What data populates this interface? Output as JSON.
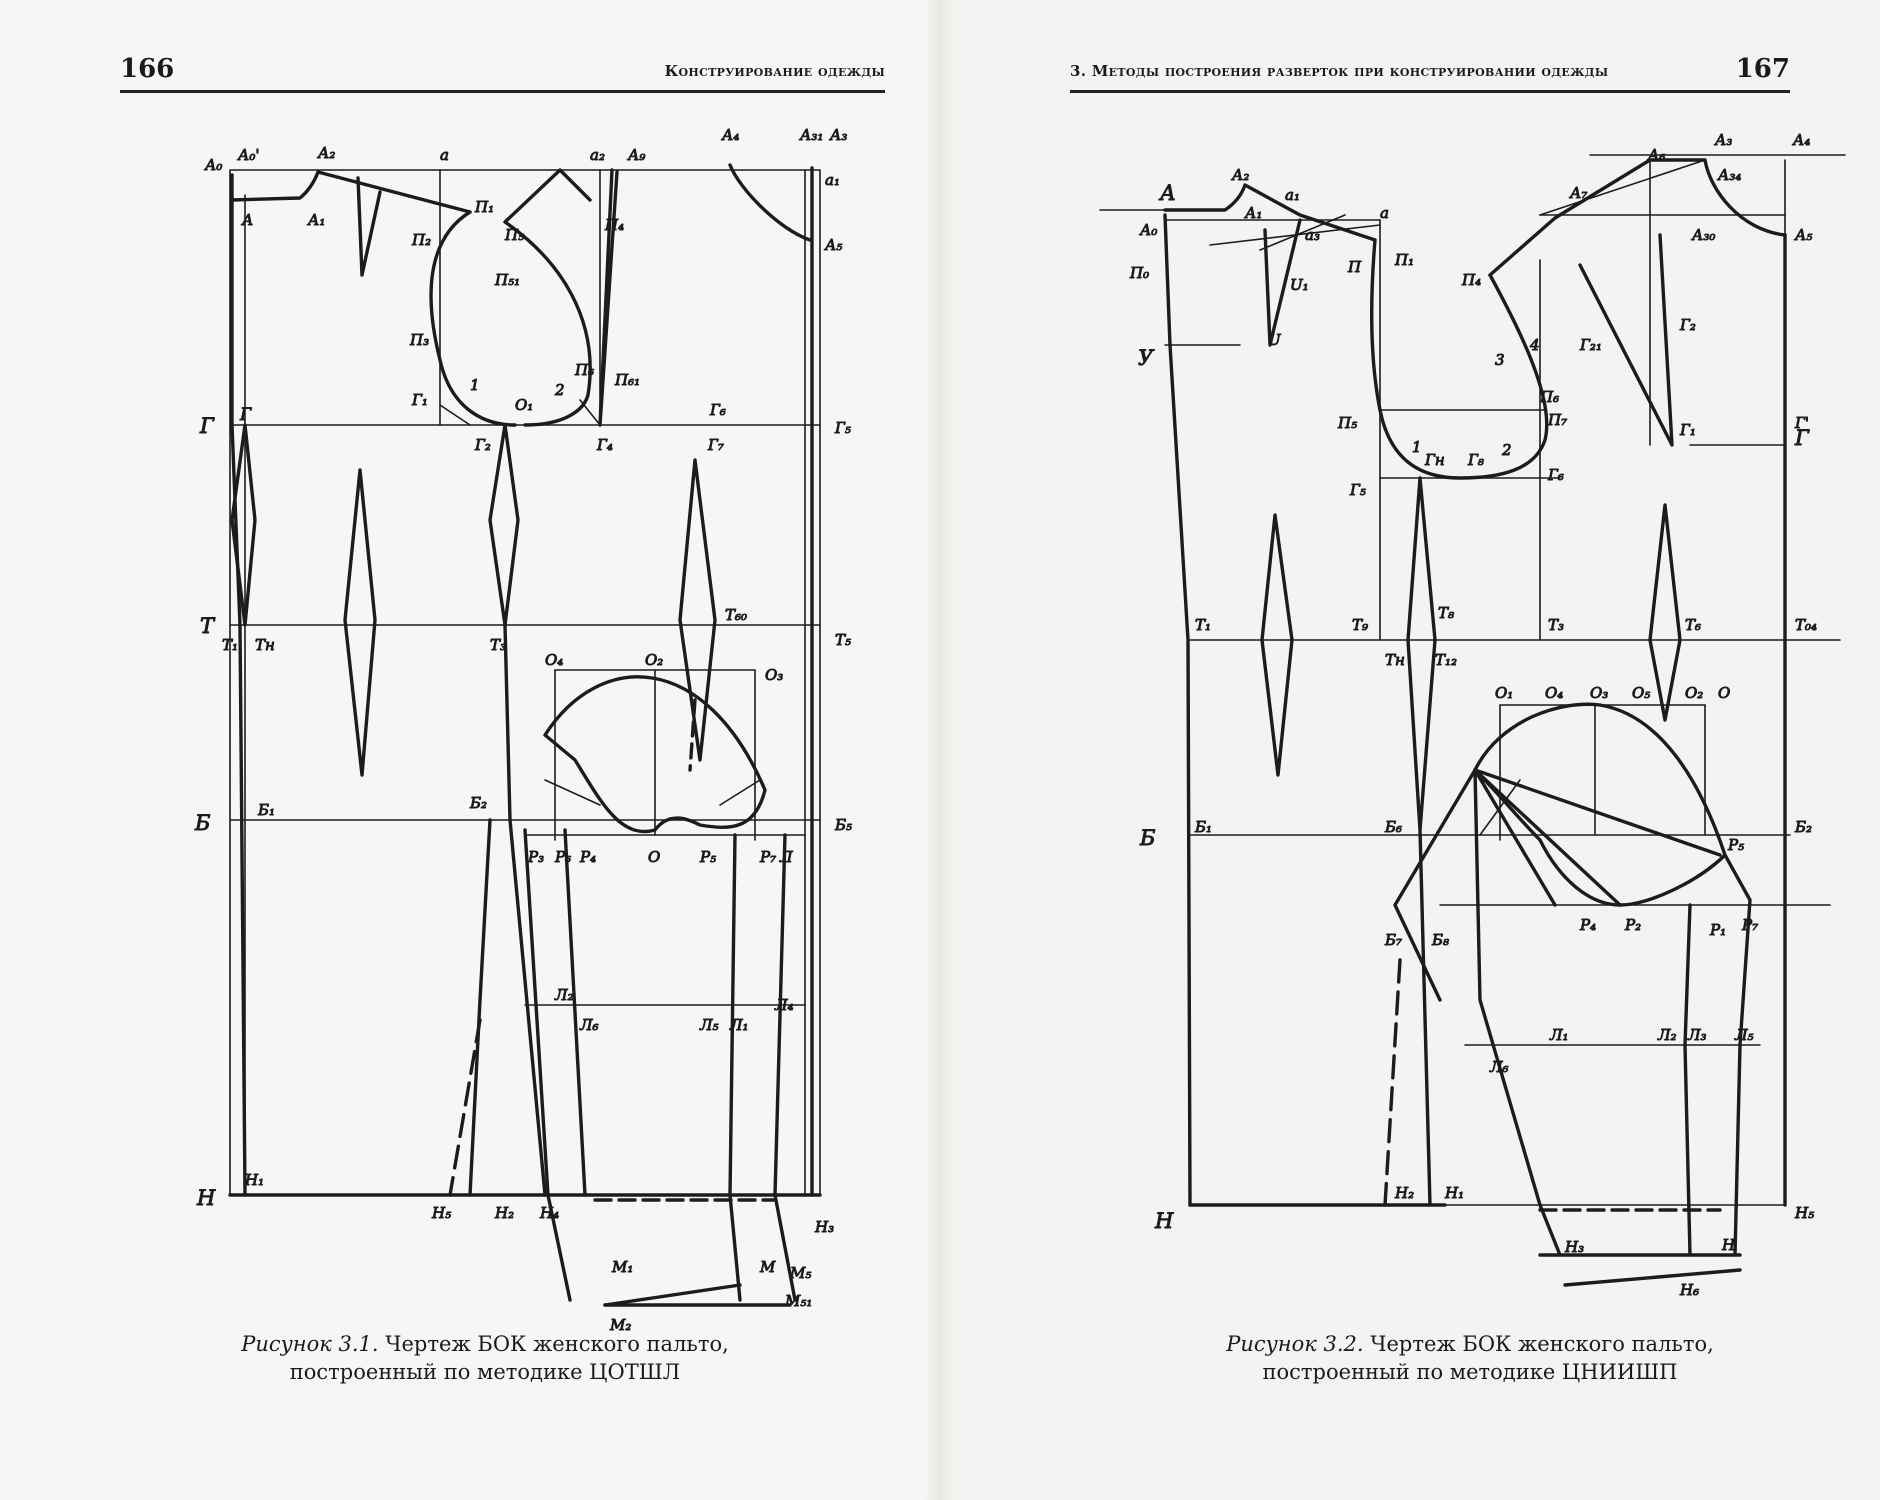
{
  "left_page": {
    "page_number": "166",
    "running_title": "Конструирование одежды",
    "caption_label": "Рисунок 3.1.",
    "caption_line1": "Чертеж БОК женского пальто,",
    "caption_line2": "построенный по методике ЦОТШЛ",
    "axis_labels": {
      "g": "Г",
      "t": "Т",
      "b": "Б",
      "n": "Н",
      "g_inner": "Г"
    },
    "points": {
      "A0": "А₀",
      "A0p": "А₀'",
      "A2": "А₂",
      "a": "а",
      "a2": "а₂",
      "A9": "А₉",
      "A4": "А₄",
      "A31": "А₃₁",
      "A3": "А₃",
      "a1": "а₁",
      "A": "А",
      "A1": "А₁",
      "P1": "П₁",
      "P2": "П₂",
      "P5": "П₅",
      "P51": "П₅₁",
      "P4": "П₄",
      "A5": "А₅",
      "P3": "П₃",
      "P6": "П₆",
      "P61": "П₆₁",
      "G1": "Г₁",
      "one": "1",
      "O1": "О₁",
      "two": "2",
      "G6": "Г₆",
      "G2": "Г₂",
      "G4": "Г₄",
      "G7": "Г₇",
      "G5": "Г₅",
      "T1": "Т₁",
      "TH": "Тн",
      "T3": "Т₃",
      "T60": "Т₆₀",
      "T5": "Т₅",
      "O4": "О₄",
      "O2": "О₂",
      "O3": "О₃",
      "B1": "Б₁",
      "B2": "Б₂",
      "B5": "Б₅",
      "O": "О",
      "R3": "Р₃",
      "R4": "Р₄",
      "R5": "Р₅",
      "R6": "Р₆",
      "R7": "Р₇",
      "L": "Л",
      "L1": "Л₁",
      "L2": "Л₂",
      "L4": "Л₄",
      "L5": "Л₅",
      "L6": "Л₆",
      "H1": "Н₁",
      "H2": "Н₂",
      "H3": "Н₃",
      "H4": "Н₄",
      "H5": "Н₅",
      "M": "М",
      "M1": "М₁",
      "M2": "М₂",
      "M5": "М₅",
      "M51": "М₅₁"
    }
  },
  "right_page": {
    "page_number": "167",
    "running_title": "3. Методы построения разверток при конструировании одежды",
    "caption_label": "Рисунок 3.2.",
    "caption_line1": "Чертеж БОК женского пальто,",
    "caption_line2": "построенный по методике ЦНИИШП",
    "axis_labels": {
      "a": "А",
      "u": "У",
      "g": "Г",
      "b": "Б",
      "n": "Н"
    },
    "points": {
      "A2": "А₂",
      "A1": "А₁",
      "a1": "а₁",
      "A0": "А₀",
      "a3": "а₃",
      "a": "а",
      "P0": "П₀",
      "P": "П",
      "P1": "П₁",
      "U1": "U₁",
      "U": "U",
      "A3": "А₃",
      "A4": "А₄",
      "A6": "А₆",
      "A7": "А₇",
      "A34": "А₃₄",
      "A5": "А₅",
      "A30": "А₃₀",
      "P4": "П₄",
      "three": "3",
      "four": "4",
      "G21": "Г₂₁",
      "G2": "Г₂",
      "G1": "Г₁",
      "Gp": "Г'",
      "P5": "П₅",
      "P6": "П₆",
      "P7": "П₇",
      "one": "1",
      "GN": "Гн",
      "G8": "Г₈",
      "two": "2",
      "G5": "Г₅",
      "G6": "Г₆",
      "T1": "Т₁",
      "T9": "Т₉",
      "T8": "Т₈",
      "T3": "Т₃",
      "T6": "Т₆",
      "T04": "Т₀₄",
      "TN": "Тн",
      "T12": "Т₁₂",
      "O1": "О₁",
      "O4": "О₄",
      "O3": "О₃",
      "O5": "О₅",
      "O2": "О₂",
      "O": "О",
      "B1": "Б₁",
      "B2": "Б₂",
      "B6": "Б₆",
      "B7": "Б₇",
      "B8": "Б₈",
      "H1": "Н₁",
      "H2": "Н₂",
      "H3": "Н₃",
      "H5": "Н₅",
      "H6": "Н₆",
      "H": "Н",
      "L1": "Л₁",
      "L2": "Л₂",
      "L3": "Л₃",
      "L5": "Л₅",
      "L6": "Л₆",
      "R1": "Р₁",
      "R2": "Р₂",
      "R4": "Р₄",
      "R5": "Р₅",
      "R7": "Р₇"
    }
  }
}
